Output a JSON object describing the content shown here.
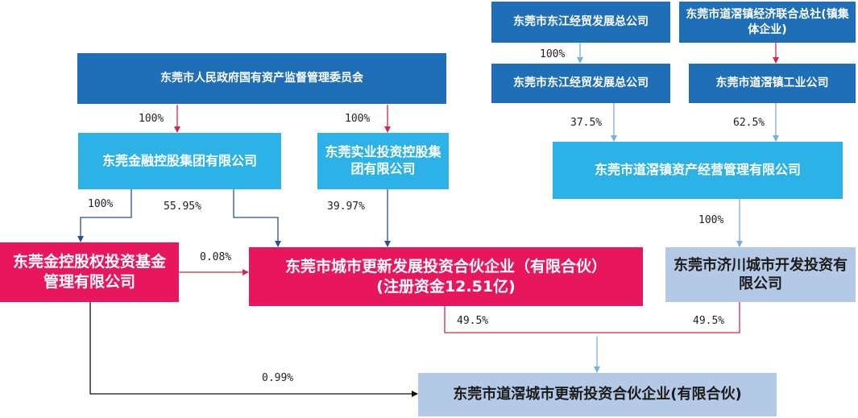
{
  "entities": {
    "sasac": "东莞市人民政府国有资产监督管理委员会",
    "financial_holding": "东莞金融控股集团有限公司",
    "industrial_holding": "东莞实业投资控股集团有限公司",
    "dongjiang_parent": "东莞市东江经贸发展总公司",
    "daojiao_coop": "东莞市道滘镇经济联合总社(镇集体企业)",
    "dongjiang": "东莞市东江经贸发展总公司",
    "daojiao_industrial": "东莞市道滘镇工业公司",
    "daojiao_asset": "东莞市道滘镇资产经营管理有限公司",
    "equity_fund_mgmt": "东莞金控股权投资基金管理有限公司",
    "urban_renewal_fund_name": "东莞市城市更新发展投资合伙企业（有限合伙）",
    "urban_renewal_fund_capital": "(注册资金12.51亿)",
    "jichuan": "东莞市济川城市开发投资有限公司",
    "daojiao_renewal_fund": "东莞市道滘城市更新投资合伙企业(有限合伙)"
  },
  "percentages": {
    "sasac_to_financial": "100%",
    "sasac_to_industrial": "100%",
    "parent_to_dongjiang": "100%",
    "dongjiang_to_asset": "37.5%",
    "industrial_co_to_asset": "62.5%",
    "financial_to_equity_mgmt": "100%",
    "financial_to_urban_fund": "55.95%",
    "industrial_to_urban_fund": "39.97%",
    "equity_mgmt_to_urban_fund": "0.08%",
    "asset_to_jichuan": "100%",
    "urban_fund_to_daojiao_fund": "49.5%",
    "jichuan_to_daojiao_fund": "49.5%",
    "equity_mgmt_to_daojiao_fund": "0.99%"
  },
  "colors": {
    "dark_blue": "#1f6fb8",
    "cyan": "#2cb2e6",
    "pink": "#e8175d",
    "pale_blue": "#b4c9e6",
    "line_red": "#d6274a",
    "line_blue": "#7aaee0",
    "line_navy": "#2c4f94",
    "line_black": "#111111"
  }
}
